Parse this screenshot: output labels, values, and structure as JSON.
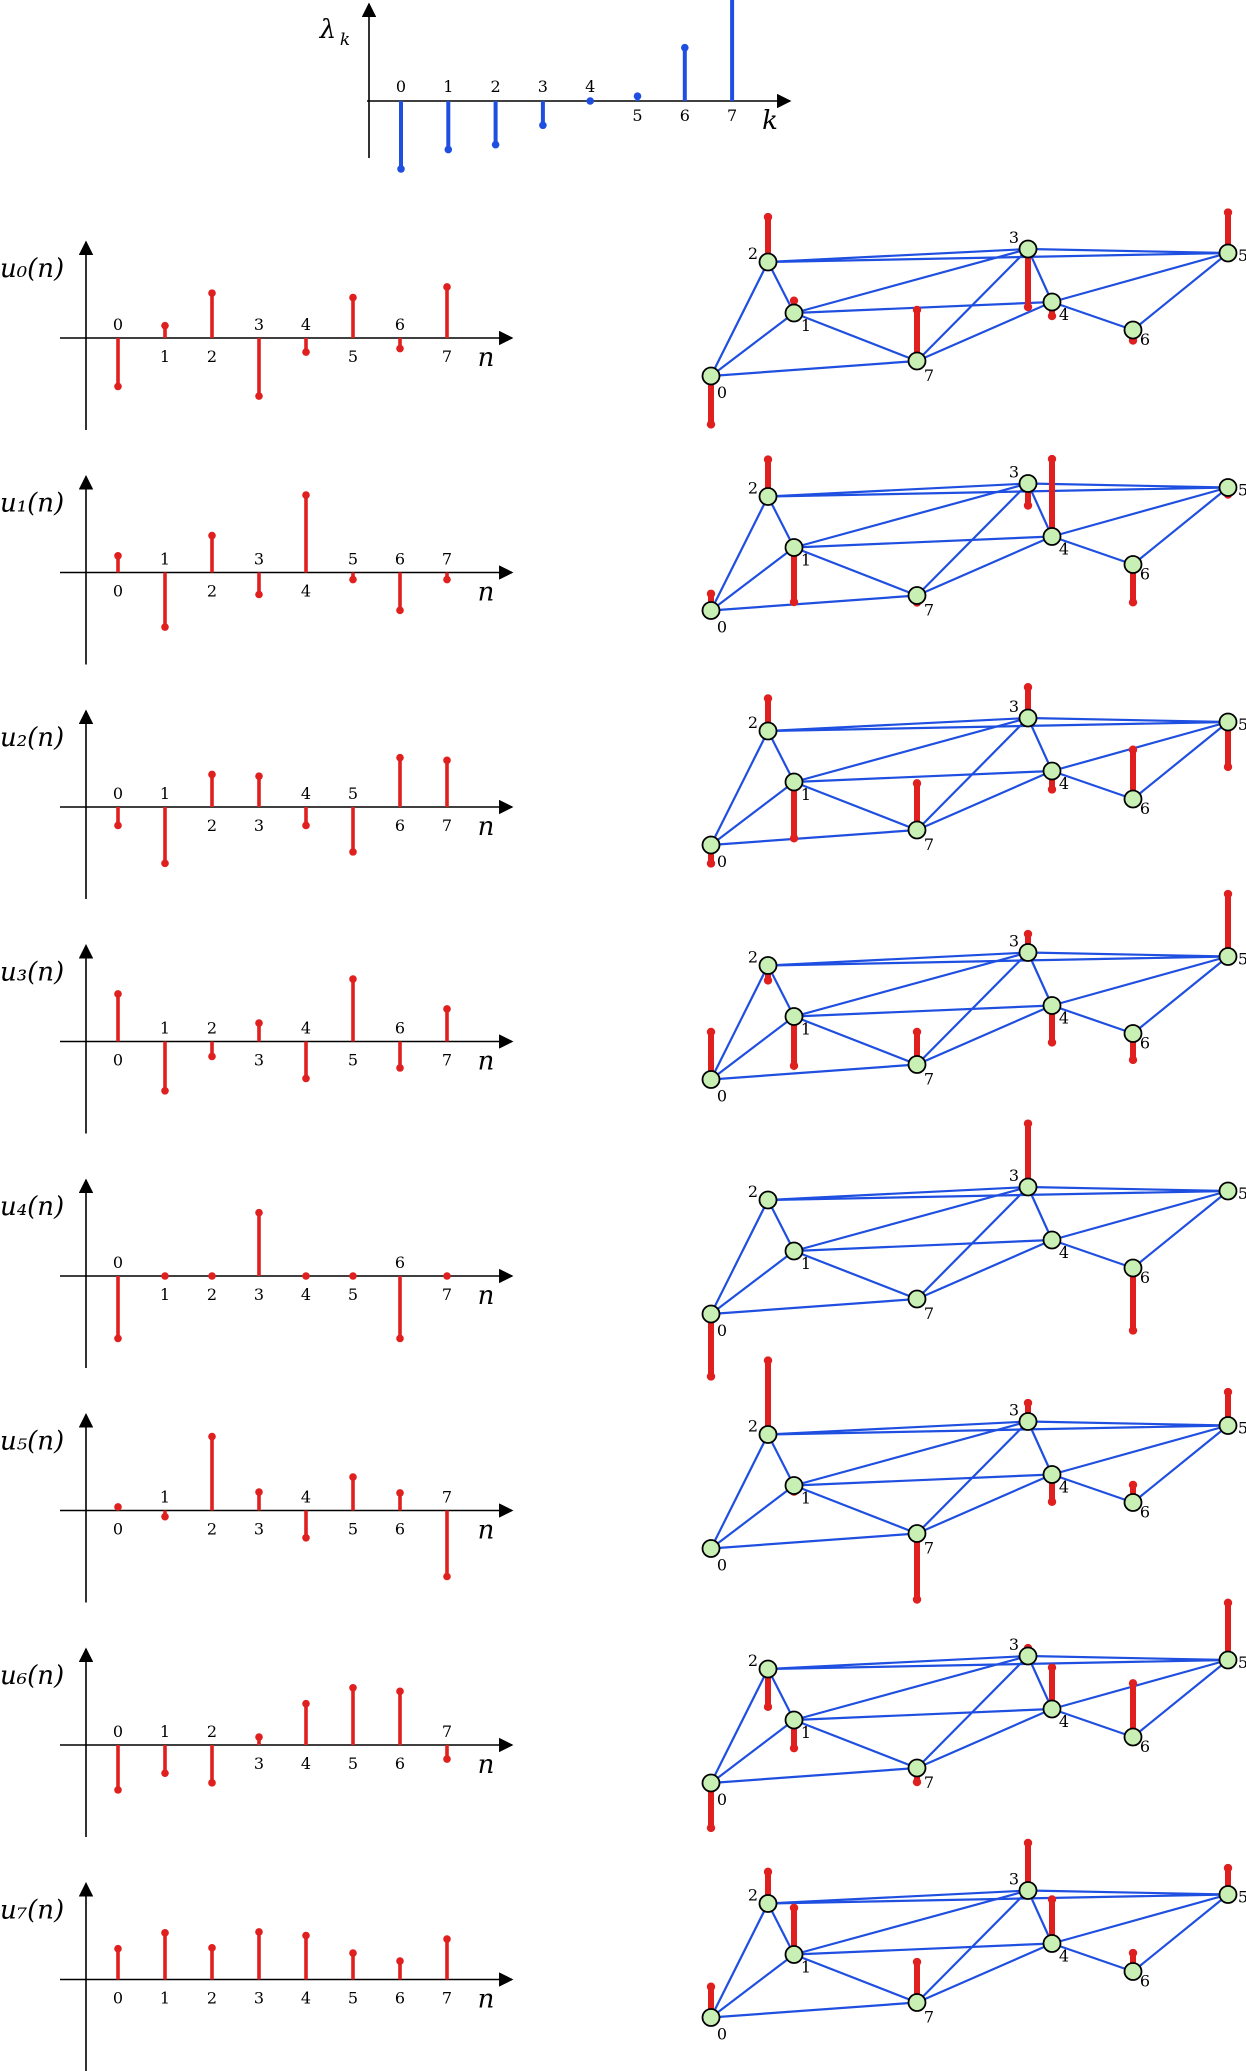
{
  "chart_data": [
    {
      "type": "stem",
      "title": "",
      "ylabel": "λ_k",
      "xlabel": "k",
      "x": [
        0,
        1,
        2,
        3,
        4,
        5,
        6,
        7
      ],
      "values": [
        -1.4,
        -1.0,
        -0.9,
        -0.5,
        0.0,
        0.1,
        1.1,
        2.7
      ],
      "ylim": [
        -1.5,
        2.8
      ],
      "color": "#1f4fe0"
    },
    {
      "type": "graph_signals",
      "xlabel": "n",
      "x": [
        0,
        1,
        2,
        3,
        4,
        5,
        6,
        7
      ],
      "color": "#e01f1f",
      "graph_edge_color": "#1f4fe0",
      "graph_node_color": "#c8f0b4",
      "graph_nodes": [
        "0",
        "1",
        "2",
        "3",
        "4",
        "5",
        "6",
        "7"
      ],
      "graph_edges": [
        [
          0,
          1
        ],
        [
          0,
          2
        ],
        [
          0,
          7
        ],
        [
          1,
          2
        ],
        [
          1,
          3
        ],
        [
          1,
          4
        ],
        [
          1,
          7
        ],
        [
          2,
          3
        ],
        [
          2,
          5
        ],
        [
          3,
          4
        ],
        [
          3,
          5
        ],
        [
          3,
          7
        ],
        [
          4,
          5
        ],
        [
          4,
          6
        ],
        [
          4,
          7
        ],
        [
          5,
          6
        ]
      ],
      "series": [
        {
          "name": "u₀(n)",
          "values": [
            -0.55,
            0.14,
            0.51,
            -0.66,
            -0.16,
            0.46,
            -0.12,
            0.58
          ]
        },
        {
          "name": "u₁(n)",
          "values": [
            0.19,
            -0.62,
            0.42,
            -0.25,
            0.88,
            -0.08,
            -0.43,
            -0.08
          ]
        },
        {
          "name": "u₂(n)",
          "values": [
            -0.21,
            -0.64,
            0.37,
            0.35,
            -0.21,
            -0.51,
            0.56,
            0.53
          ]
        },
        {
          "name": "u₃(n)",
          "values": [
            0.54,
            -0.56,
            -0.17,
            0.21,
            -0.42,
            0.71,
            -0.3,
            0.37
          ]
        },
        {
          "name": "u₄(n)",
          "values": [
            -0.71,
            0.0,
            0.0,
            0.72,
            0.0,
            0.0,
            -0.71,
            0.0
          ]
        },
        {
          "name": "u₅(n)",
          "values": [
            0.04,
            -0.07,
            0.84,
            0.21,
            -0.31,
            0.38,
            0.2,
            -0.75
          ]
        },
        {
          "name": "u₆(n)",
          "values": [
            -0.51,
            -0.32,
            -0.43,
            0.09,
            0.47,
            0.65,
            0.61,
            -0.16
          ]
        },
        {
          "name": "u₇(n)",
          "values": [
            0.35,
            0.53,
            0.36,
            0.54,
            0.5,
            0.3,
            0.21,
            0.46
          ]
        }
      ]
    }
  ]
}
